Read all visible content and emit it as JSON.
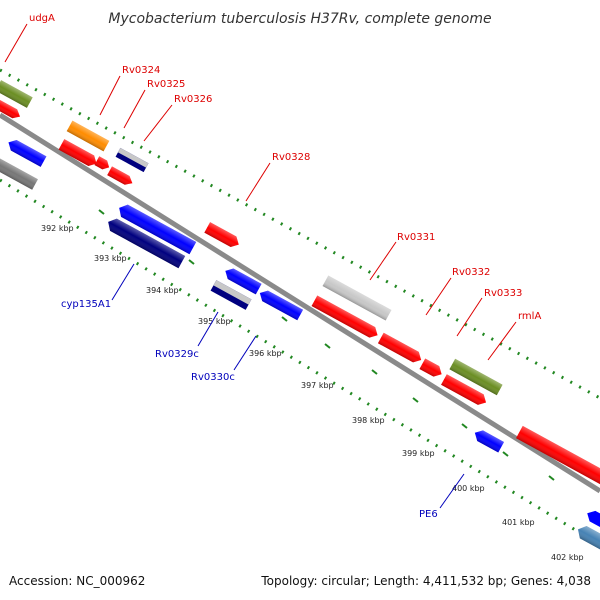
{
  "title": "Mycobacterium tuberculosis H37Rv, complete genome",
  "footer": {
    "accession": "Accession: NC_000962",
    "topology": "Topology: circular; Length: 4,411,532 bp; Genes: 4,038"
  },
  "colors": {
    "forward_label": "#dd0000",
    "reverse_label": "#0000bb",
    "backbone": "#8a8a8a",
    "tick": "#228822"
  },
  "tick_labels": [
    "392 kbp",
    "393 kbp",
    "394 kbp",
    "395 kbp",
    "396 kbp",
    "397 kbp",
    "398 kbp",
    "399 kbp",
    "400 kbp",
    "401 kbp",
    "402 kbp"
  ],
  "genes": [
    {
      "label": "udgA",
      "strand": "forward",
      "color": "#6b8e23"
    },
    {
      "label": "Rv0324",
      "strand": "forward",
      "color": "#ff8c00"
    },
    {
      "label": "Rv0325",
      "strand": "forward",
      "color": "#ff0000"
    },
    {
      "label": "Rv0326",
      "strand": "forward",
      "color": "#c8c8c8"
    },
    {
      "label": "Rv0328",
      "strand": "forward",
      "color": "#ff0000"
    },
    {
      "label": "Rv0331",
      "strand": "forward",
      "color": "#c8c8c8"
    },
    {
      "label": "Rv0332",
      "strand": "forward",
      "color": "#ff0000"
    },
    {
      "label": "Rv0333",
      "strand": "forward",
      "color": "#ff0000"
    },
    {
      "label": "rmlA",
      "strand": "forward",
      "color": "#6b8e23"
    },
    {
      "label": "cyp135A1",
      "strand": "reverse",
      "color": "#00007f"
    },
    {
      "label": "Rv0329c",
      "strand": "reverse",
      "color": "#00007f"
    },
    {
      "label": "Rv0330c",
      "strand": "reverse",
      "color": "#0000ff"
    },
    {
      "label": "PE6",
      "strand": "reverse",
      "color": "#0000ff"
    }
  ]
}
